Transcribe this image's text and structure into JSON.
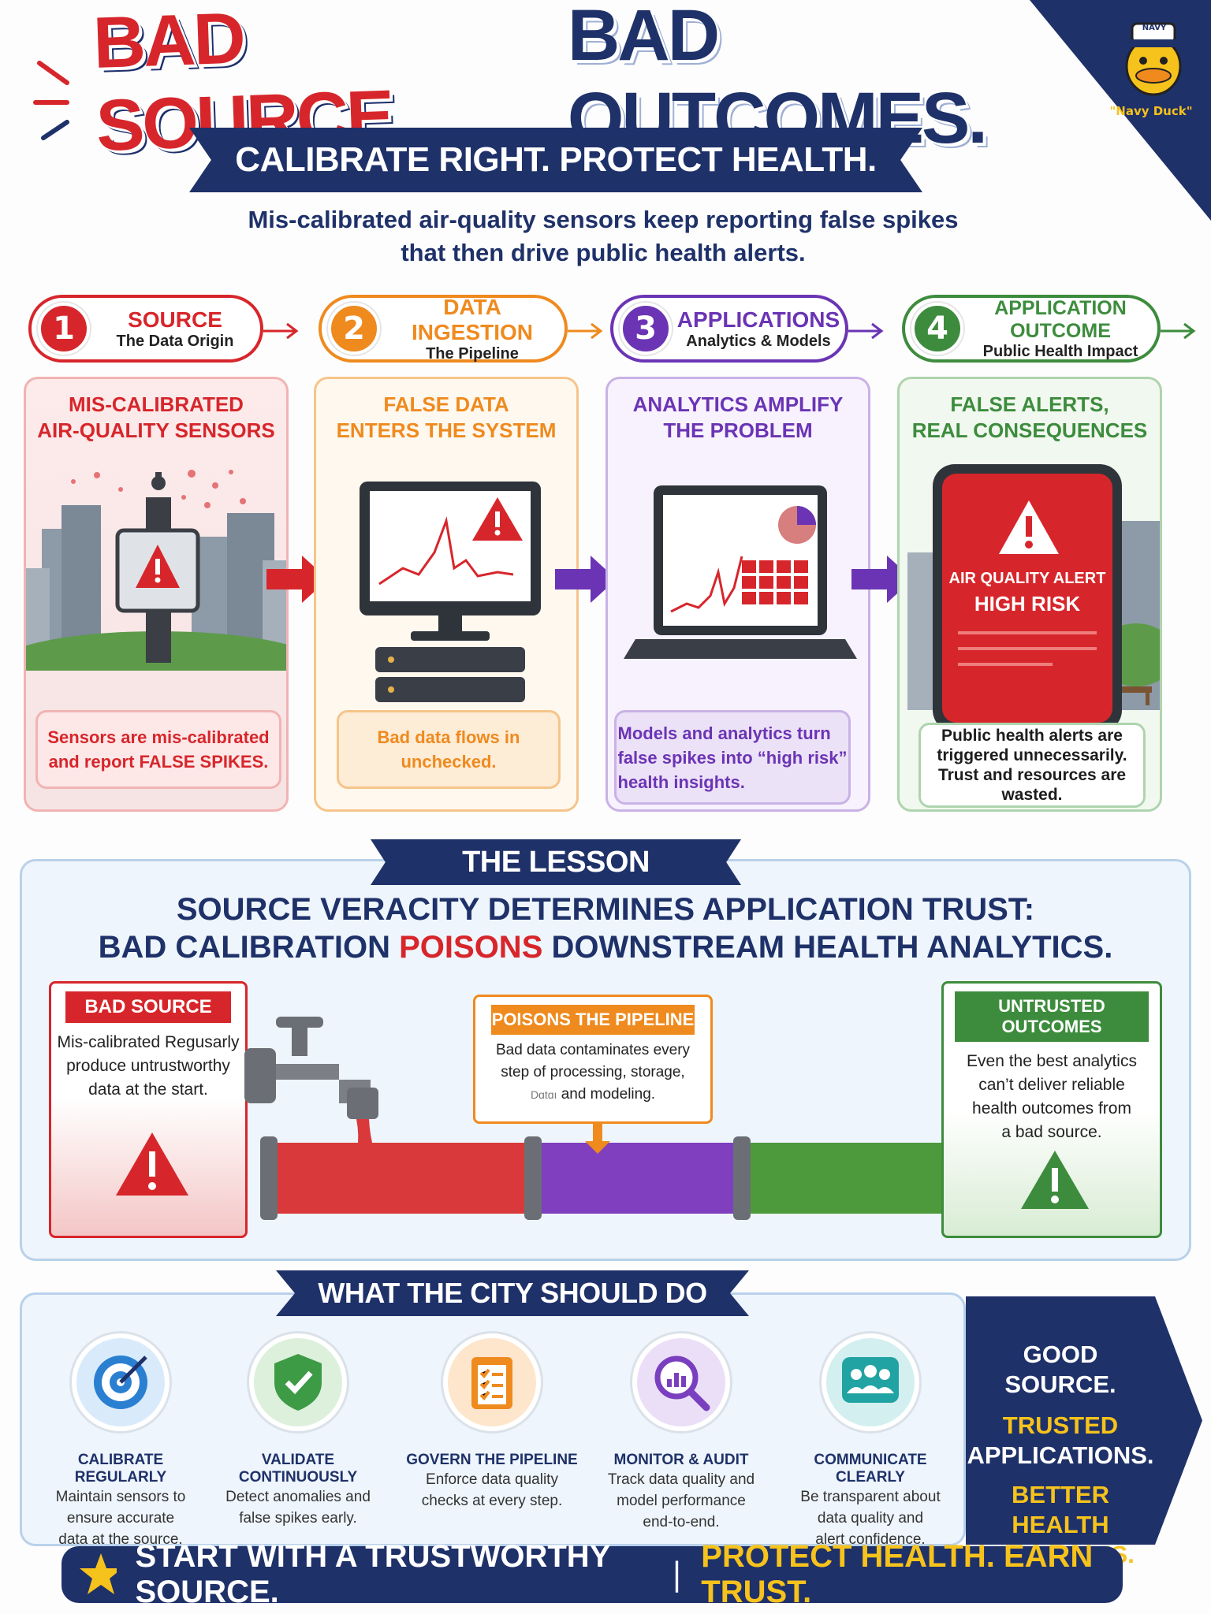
{
  "title": {
    "red": "BAD SOURCE.",
    "blue": "BAD OUTCOMES."
  },
  "subtitle": "CALIBRATE RIGHT. PROTECT HEALTH.",
  "intro": {
    "line1": "Mis-calibrated air-quality sensors keep reporting false spikes",
    "line2": "that then drive public health alerts."
  },
  "badge": {
    "cap": "NAVY",
    "name": "\"Navy Duck\""
  },
  "steps": [
    {
      "num": "1",
      "title": "SOURCE",
      "sub": "The Data Origin",
      "panel_title1": "MIS-CALIBRATED",
      "panel_title2": "AIR-QUALITY SENSORS",
      "caption_a": "Sensors are mis-calibrated",
      "caption_b": "and report",
      "caption_em": "FALSE SPIKES.",
      "color": "#d7262b"
    },
    {
      "num": "2",
      "title": "DATA INGESTION",
      "sub": "The Pipeline",
      "panel_title1": "FALSE DATA",
      "panel_title2": "ENTERS THE SYSTEM",
      "caption_a": "Bad data flows in",
      "caption_b": "unchecked.",
      "color": "#ef8a1e"
    },
    {
      "num": "3",
      "title": "APPLICATIONS",
      "sub": "Analytics & Models",
      "panel_title1": "ANALYTICS AMPLIFY",
      "panel_title2": "THE PROBLEM",
      "caption_a": "Models and analytics turn",
      "caption_b": "false spikes into “high risk”",
      "caption_c": "health insights.",
      "color": "#6b34b4"
    },
    {
      "num": "4",
      "title": "APPLICATION OUTCOME",
      "sub": "Public Health Impact",
      "panel_title1": "FALSE ALERTS,",
      "panel_title2": "REAL CONSEQUENCES",
      "caption_a": "Public health alerts are",
      "caption_b": "triggered unnecessarily.",
      "caption_c": "Trust and resources are",
      "caption_d": "wasted.",
      "color": "#3d8c3d"
    }
  ],
  "phone": {
    "alert1": "AIR QUALITY ALERT",
    "alert2": "HIGH RISK"
  },
  "lesson": {
    "tag": "THE LESSON",
    "head1": "SOURCE VERACITY DETERMINES APPLICATION TRUST:",
    "head2a": "BAD CALIBRATION",
    "head2b": "POISONS",
    "head2c": "DOWNSTREAM HEALTH ANALYTICS.",
    "bad_source": {
      "tag": "BAD SOURCE",
      "l1": "Mis-calibrated Regusarly",
      "l2": "produce untrustworthy",
      "l3": "data at the start."
    },
    "pipeline": {
      "tag": "POISONS THE PIPELINE",
      "l1": "Bad data contaminates every",
      "l2": "step of processing, storage,",
      "l3a": "Dɑtɑı",
      "l3b": "and modeling."
    },
    "untrusted": {
      "tag": "UNTRUSTED OUTCOMES",
      "l1": "Even the best analytics",
      "l2": "can’t deliver reliable",
      "l3": "health outcomes from",
      "l4": "a bad source."
    }
  },
  "city": {
    "tag": "WHAT THE CITY SHOULD DO",
    "items": [
      {
        "title": "CALIBRATE REGULARLY",
        "l1": "Maintain sensors to",
        "l2": "ensure accurate",
        "l3": "data at the source.",
        "icon": "target-icon",
        "color": "#2a7fd1"
      },
      {
        "title": "VALIDATE CONTINUOUSLY",
        "l1": "Detect anomalies and",
        "l2": "false spikes early.",
        "l3": "",
        "icon": "shield-check-icon",
        "color": "#3d9a45"
      },
      {
        "title": "GOVERN THE PIPELINE",
        "l1": "Enforce data quality",
        "l2": "checks at every step.",
        "l3": "",
        "icon": "checklist-icon",
        "color": "#ef8a1e"
      },
      {
        "title": "MONITOR & AUDIT",
        "l1": "Track data quality and",
        "l2": "model performance",
        "l3": "end-to-end.",
        "icon": "magnifier-chart-icon",
        "color": "#7a3fbf"
      },
      {
        "title": "COMMUNICATE CLEARLY",
        "l1": "Be transparent about",
        "l2": "data quality and",
        "l3": "alert confidence.",
        "icon": "people-icon",
        "color": "#22a3a3"
      }
    ]
  },
  "good": {
    "l1": "GOOD SOURCE.",
    "l2": "TRUSTED",
    "l3": "APPLICATIONS.",
    "l4": "BETTER HEALTH",
    "l5": "OUTCOMES."
  },
  "footer": {
    "left": "START WITH A TRUSTWORTHY SOURCE.",
    "sep": "|",
    "right": "PROTECT HEALTH. EARN TRUST."
  }
}
